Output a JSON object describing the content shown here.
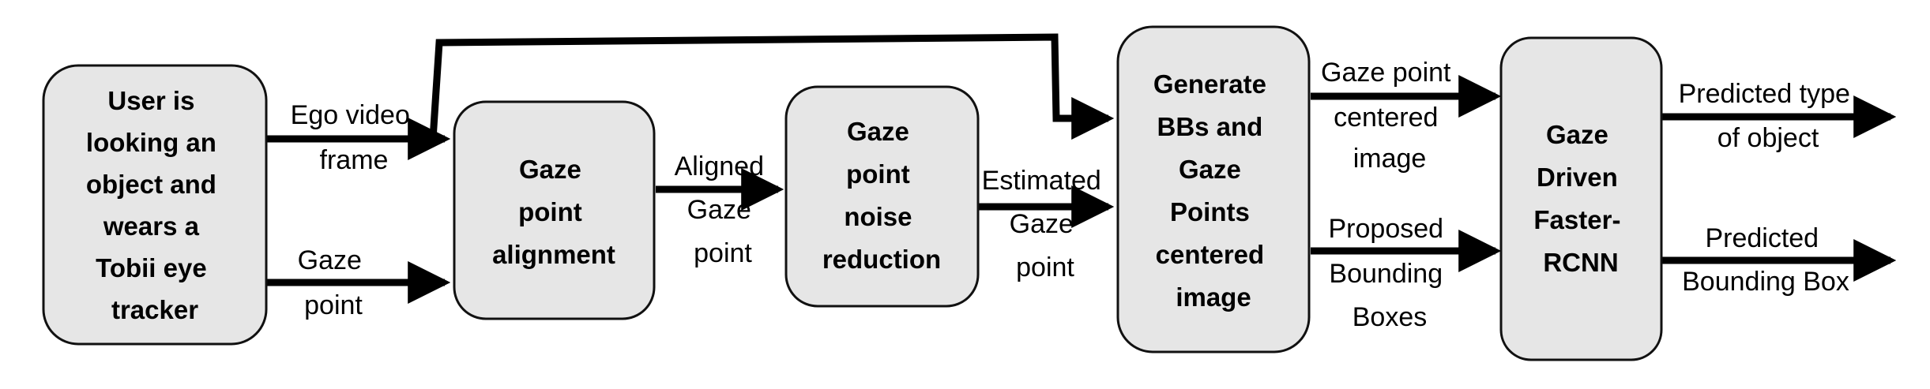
{
  "diagram": {
    "nodes": {
      "user": {
        "lines": [
          "User is",
          "looking an",
          "object and",
          "wears a",
          "Tobii eye",
          "tracker"
        ]
      },
      "alignment": {
        "lines": [
          "Gaze",
          "point",
          "alignment"
        ]
      },
      "noise": {
        "lines": [
          "Gaze",
          "point",
          "noise",
          "reduction"
        ]
      },
      "generate": {
        "lines": [
          "Generate",
          "BBs and",
          "Gaze",
          "Points",
          "centered",
          "image"
        ]
      },
      "faster_rcnn": {
        "lines": [
          "Gaze",
          "Driven",
          "Faster-",
          "RCNN"
        ]
      }
    },
    "edges": {
      "ego_video": {
        "lines": [
          "Ego video",
          "frame"
        ]
      },
      "gaze_point_input": {
        "lines": [
          "Gaze",
          "point"
        ]
      },
      "aligned_gaze": {
        "lines": [
          "Aligned",
          "Gaze",
          "point"
        ]
      },
      "estimated_gaze": {
        "lines": [
          "Estimated",
          "Gaze",
          "point"
        ]
      },
      "gaze_centered_image": {
        "lines": [
          "Gaze point",
          "centered",
          "image"
        ]
      },
      "proposed_boxes": {
        "lines": [
          "Proposed",
          "Bounding",
          "Boxes"
        ]
      },
      "predicted_type": {
        "lines": [
          "Predicted type",
          "of object"
        ]
      },
      "predicted_box": {
        "lines": [
          "Predicted",
          "Bounding Box"
        ]
      }
    }
  }
}
